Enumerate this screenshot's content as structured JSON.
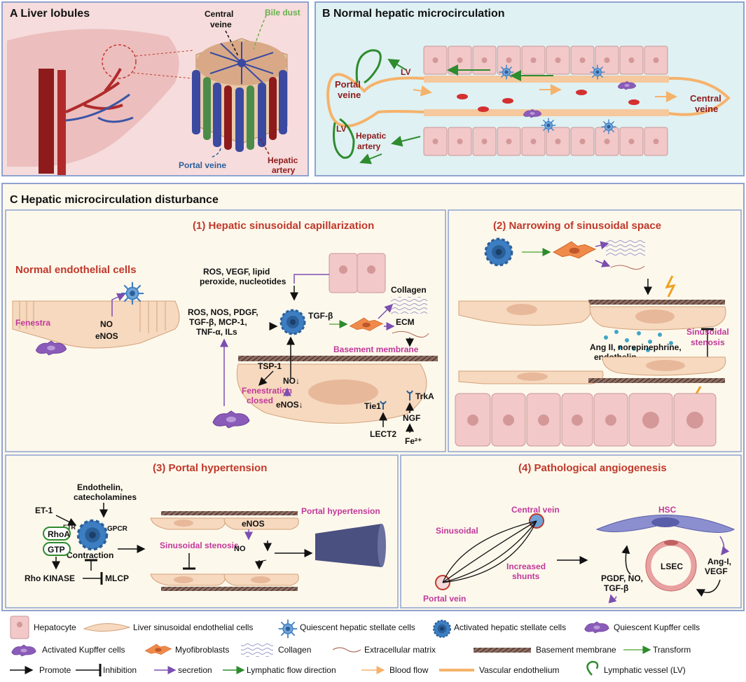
{
  "panelA": {
    "title": "A Liver lobules",
    "central_veine": [
      "Central",
      "veine"
    ],
    "bile_dust": "Bile dust",
    "portal_veine": "Portal veine",
    "hepatic_artery": [
      "Hepatic",
      "artery"
    ]
  },
  "panelB": {
    "title": "B Normal hepatic microcirculation",
    "lv": "LV",
    "portal_veine": [
      "Portal",
      "veine"
    ],
    "hepatic_artery": [
      "Hepatic",
      "artery"
    ],
    "central_veine": [
      "Central",
      "veine"
    ]
  },
  "panelC": {
    "title": "C Hepatic microcirculation disturbance",
    "sub1": {
      "title": "(1)  Hepatic sinusoidal capillarization",
      "normal_endothelial": "Normal endothelial cells",
      "fenestra": "Fenestra",
      "no": "NO",
      "enos": "eNOS",
      "ros_list1": [
        "ROS, VEGF, lipid",
        "peroxide, nucleotides"
      ],
      "ros_list2": [
        "ROS, NOS, PDGF,",
        "TGF-β, MCP-1,",
        "TNF-α, ILs"
      ],
      "tgf_b": "TGF-β",
      "collagen": "Collagen",
      "ecm": "ECM",
      "basement_membrane": "Basement membrane",
      "tsp1": "TSP-1",
      "fenestration_closed": [
        "Fenestration",
        "closed"
      ],
      "no_down": "NO↓",
      "enos_down": "eNOS↓",
      "tie1": "Tie1",
      "trka": "TrkA",
      "ngf": "NGF",
      "lect2": "LECT2",
      "fe": "Fe²⁺"
    },
    "sub2": {
      "title": "(2) Narrowing of sinusoidal space",
      "sinusoidal_stenosis": [
        "Sinusoidal",
        "stenosis"
      ],
      "ang": [
        "Ang II, norepinephrine,",
        "endothelin"
      ]
    },
    "sub3": {
      "title": "(3) Portal hypertension",
      "endothelin": [
        "Endothelin,",
        "catecholamines"
      ],
      "et1": "ET-1",
      "etr": "ETR",
      "gpcr": "GPCR",
      "rhoa": "RhoA",
      "gtp": "GTP",
      "contraction": "Contraction",
      "rho_kinase": "Rho KINASE",
      "mlcp": "MLCP",
      "sinusoidal_stenosis": "Sinusoidal stenosis",
      "enos": "eNOS",
      "no": "NO",
      "portal_hypertension": "Portal hypertension"
    },
    "sub4": {
      "title": "(4) Pathological angiogenesis",
      "central_vein": "Central vein",
      "sinusoidal": "Sinusoidal",
      "increased_shunts": [
        "Increased",
        "shunts"
      ],
      "portal_vein": "Portal vein",
      "hsc": "HSC",
      "lsec": "LSEC",
      "pgdf": [
        "PGDF, NO,",
        "TGF-β"
      ],
      "ang_vegf": [
        "Ang-I,",
        "VEGF"
      ]
    }
  },
  "legend": {
    "hepatocyte": "Hepatocyte",
    "lsec": "Liver sinusoidal endothelial cells",
    "quiescent_hsc": "Quiescent hepatic stellate cells",
    "activated_hsc": "Activated hepatic stellate cells",
    "quiescent_kupffer": "Quiescent Kupffer cells",
    "activated_kupffer": "Activated Kupffer cells",
    "myofibroblasts": "Myofibroblasts",
    "collagen": "Collagen",
    "ecm": "Extracellular matrix",
    "basement_membrane": "Basement membrane",
    "transform": "Transform",
    "promote": "Promote",
    "inhibition": "Inhibition",
    "secretion": "secretion",
    "lymphatic_flow": "Lymphatic flow direction",
    "blood_flow": "Blood flow",
    "vascular_endothelium": "Vascular endothelium",
    "lymphatic_vessel": "Lymphatic vessel (LV)"
  },
  "colors": {
    "panel_border": "#8fa3cf",
    "panel_bg": "#fdf8ec",
    "panelA_bg": "#f6dcdc",
    "panelB_bg": "#dff1f3",
    "title_red": "#c0392b",
    "pink_text": "#c0399a",
    "hsc_blue": "#3d7ec2",
    "myofibroblast": "#f08a4b",
    "kupffer": "#8a5bb8",
    "lsec": "#f6d9bf",
    "hepatocyte": "#f2c8c8",
    "lymph_green": "#2e8b2e",
    "blood_orange": "#f5b26b"
  }
}
